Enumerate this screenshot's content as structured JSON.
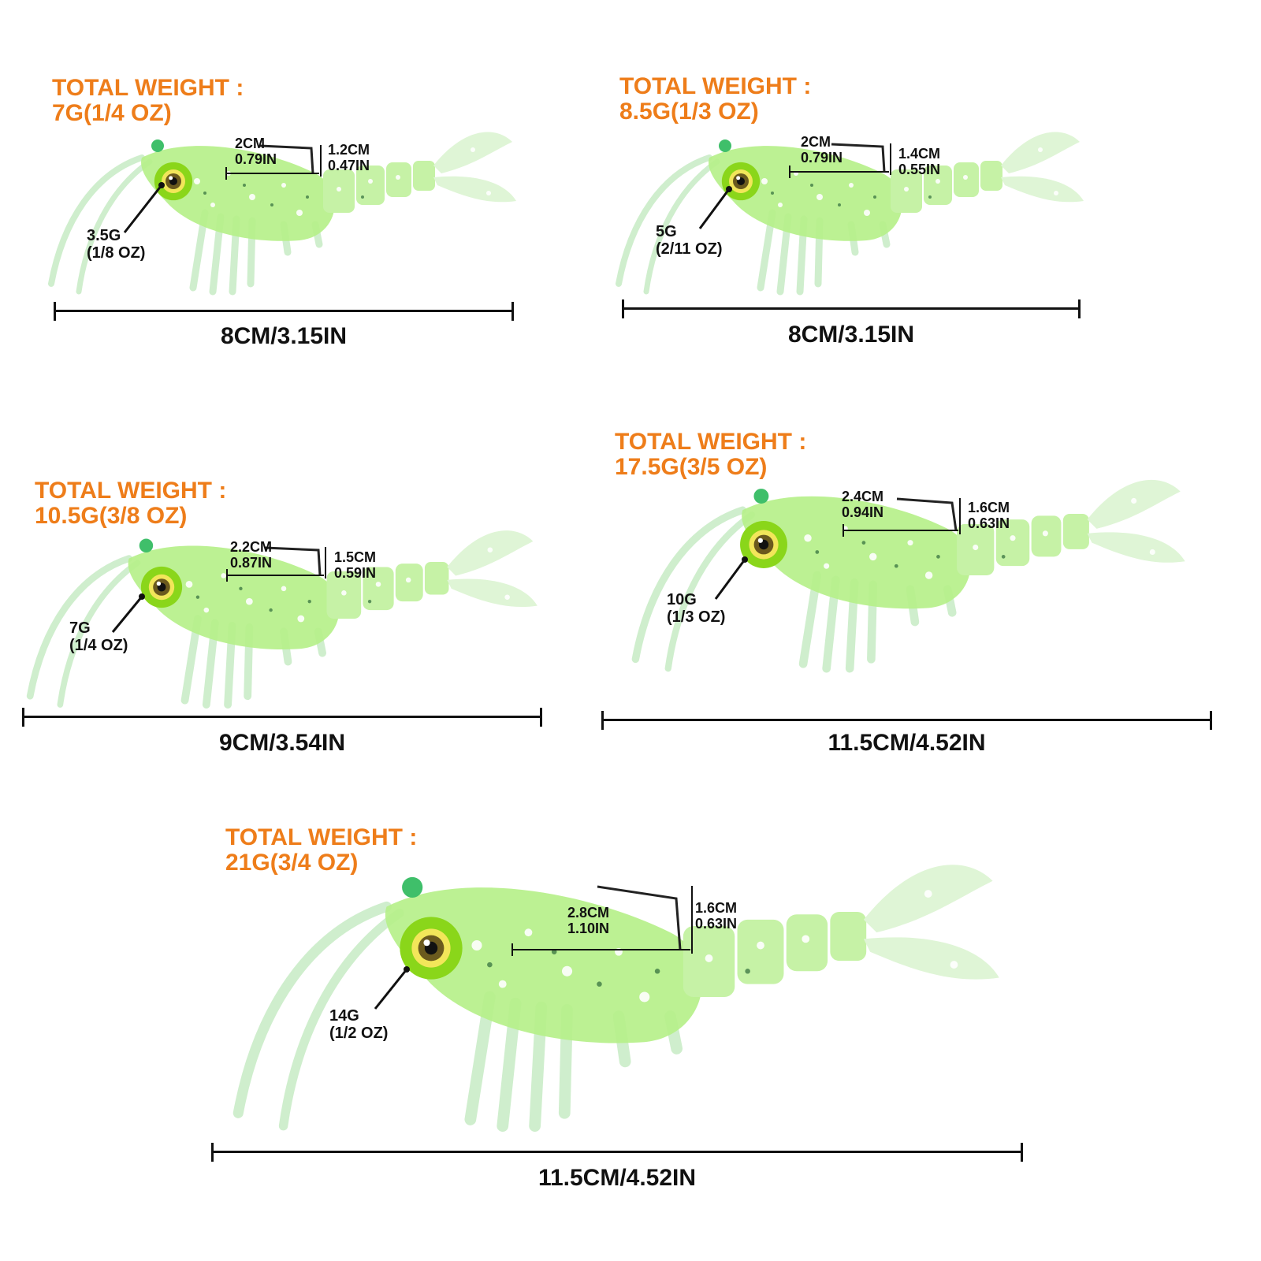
{
  "colors": {
    "accent": "#ee7d1a",
    "lure_body": "#b6f08a",
    "jig_head": "#8ad61a",
    "text": "#111111"
  },
  "variants": [
    {
      "total_label": "TOTAL WEIGHT :",
      "total_value": "7G(1/4 OZ)",
      "hook_len_cm": "2CM",
      "hook_len_in": "0.79IN",
      "hook_gap_cm": "1.2CM",
      "hook_gap_in": "0.47IN",
      "jig_weight": "3.5G",
      "jig_oz": "(1/8 OZ)",
      "length": "8CM/3.15IN"
    },
    {
      "total_label": "TOTAL WEIGHT :",
      "total_value": "8.5G(1/3 OZ)",
      "hook_len_cm": "2CM",
      "hook_len_in": "0.79IN",
      "hook_gap_cm": "1.4CM",
      "hook_gap_in": "0.55IN",
      "jig_weight": "5G",
      "jig_oz": "(2/11 OZ)",
      "length": "8CM/3.15IN"
    },
    {
      "total_label": "TOTAL WEIGHT :",
      "total_value": "10.5G(3/8 OZ)",
      "hook_len_cm": "2.2CM",
      "hook_len_in": "0.87IN",
      "hook_gap_cm": "1.5CM",
      "hook_gap_in": "0.59IN",
      "jig_weight": "7G",
      "jig_oz": "(1/4 OZ)",
      "length": "9CM/3.54IN"
    },
    {
      "total_label": "TOTAL WEIGHT :",
      "total_value": "17.5G(3/5 OZ)",
      "hook_len_cm": "2.4CM",
      "hook_len_in": "0.94IN",
      "hook_gap_cm": "1.6CM",
      "hook_gap_in": "0.63IN",
      "jig_weight": "10G",
      "jig_oz": "(1/3 OZ)",
      "length": "11.5CM/4.52IN"
    },
    {
      "total_label": "TOTAL WEIGHT :",
      "total_value": "21G(3/4 OZ)",
      "hook_len_cm": "2.8CM",
      "hook_len_in": "1.10IN",
      "hook_gap_cm": "1.6CM",
      "hook_gap_in": "0.63IN",
      "jig_weight": "14G",
      "jig_oz": "(1/2 OZ)",
      "length": "11.5CM/4.52IN"
    }
  ]
}
